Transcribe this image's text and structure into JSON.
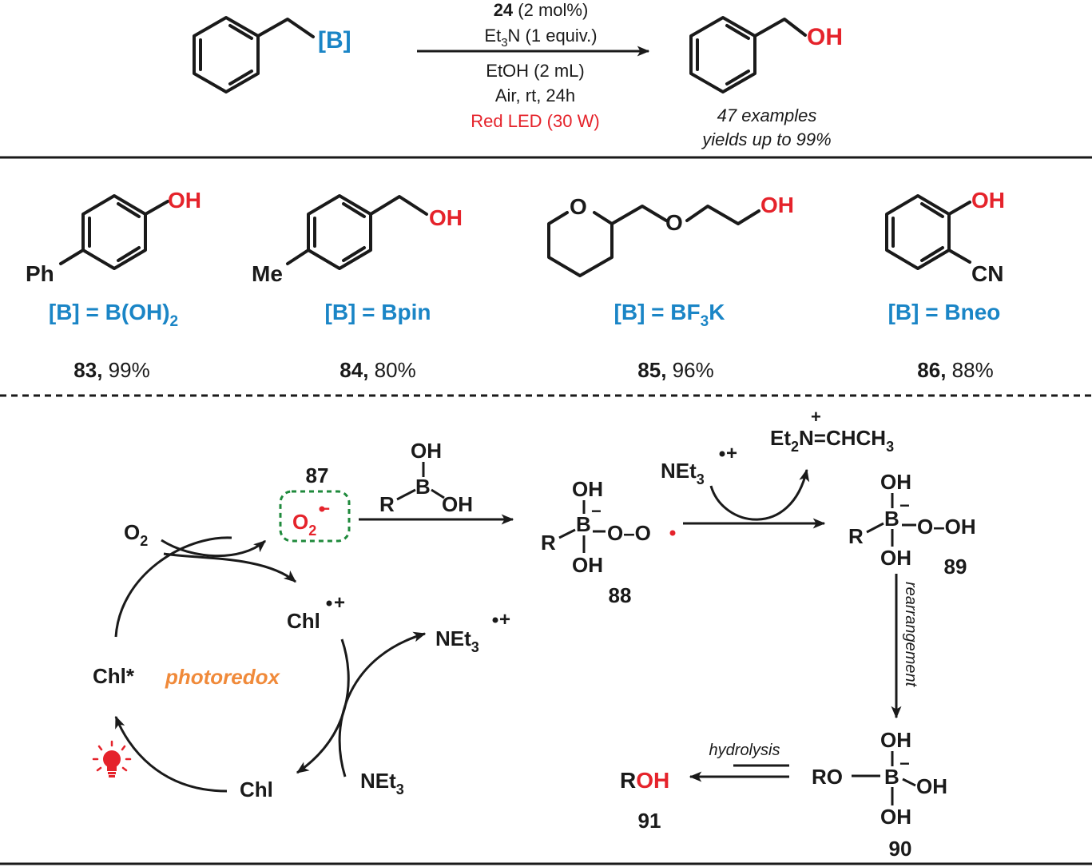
{
  "top": {
    "sm_label": "[B]",
    "cond_cat_num": "24",
    "cond_cat_rest": " (2 mol%)",
    "cond_base_a": "Et",
    "cond_base_sub": "3",
    "cond_base_b": "N (1 equiv.)",
    "cond_solvent": "EtOH (2 mL)",
    "cond_atm": "Air, rt, 24h",
    "cond_light": "Red LED (30 W)",
    "product_group": "OH",
    "examples": "47 examples",
    "yields": "yields up to 99%"
  },
  "examples": [
    {
      "sub": "Ph",
      "oh": "OH",
      "b_label": "[B] = B(OH)",
      "b_sub": "2",
      "b_tail": "",
      "num": "83,",
      "yield": " 99%"
    },
    {
      "sub": "Me",
      "oh": "OH",
      "b_label": "[B] = Bpin",
      "b_sub": "",
      "b_tail": "",
      "num": "84,",
      "yield": " 80%"
    },
    {
      "sub": "O",
      "oh": "OH",
      "b_label": "[B] = BF",
      "b_sub": "3",
      "b_tail": "K",
      "num": "85,",
      "yield": " 96%"
    },
    {
      "sub": "CN",
      "oh": "OH",
      "b_label": "[B] = Bneo",
      "b_sub": "",
      "b_tail": "",
      "num": "86,",
      "yield": " 88%"
    }
  ],
  "mechanism": {
    "o2": "O",
    "o2_sub": "2",
    "superoxide_num": "87",
    "superoxide": "O",
    "superoxide_sub": "2",
    "superoxide_charge": "−",
    "chl_star": "Chl*",
    "chl_cation": "Chl",
    "chl": "Chl",
    "photoredox": "photoredox",
    "net3_radical": "NEt",
    "net3_radical_sub": "3",
    "net3": "NEt",
    "net3_sub": "3",
    "boronic_oh_top": "OH",
    "boronic_b": "B",
    "boronic_r": "R",
    "boronic_oh": "OH",
    "c88_oh_top": "OH",
    "c88_b": "B",
    "c88_r": "R",
    "c88_oo": "O–O",
    "c88_oh_bot": "OH",
    "c88_num": "88",
    "oxidant": "NEt",
    "oxidant_sub": "3",
    "iminium_a": "Et",
    "iminium_sub1": "2",
    "iminium_b": "N=CHCH",
    "iminium_sub2": "3",
    "c89_oh_top": "OH",
    "c89_b": "B",
    "c89_r": "R",
    "c89_ooh": "O–OH",
    "c89_oh_bot": "OH",
    "c89_num": "89",
    "rearrangement": "rearrangement",
    "c90_oh_top": "OH",
    "c90_ro": "RO",
    "c90_b": "B",
    "c90_oh_right": "OH",
    "c90_oh_bot": "OH",
    "c90_num": "90",
    "hydrolysis": "hydrolysis",
    "c91_r": "R",
    "c91_oh": "OH",
    "c91_num": "91"
  },
  "colors": {
    "blue": "#1a85c6",
    "red": "#e5232b",
    "green": "#1f8a3c",
    "orange": "#f08a3a"
  }
}
